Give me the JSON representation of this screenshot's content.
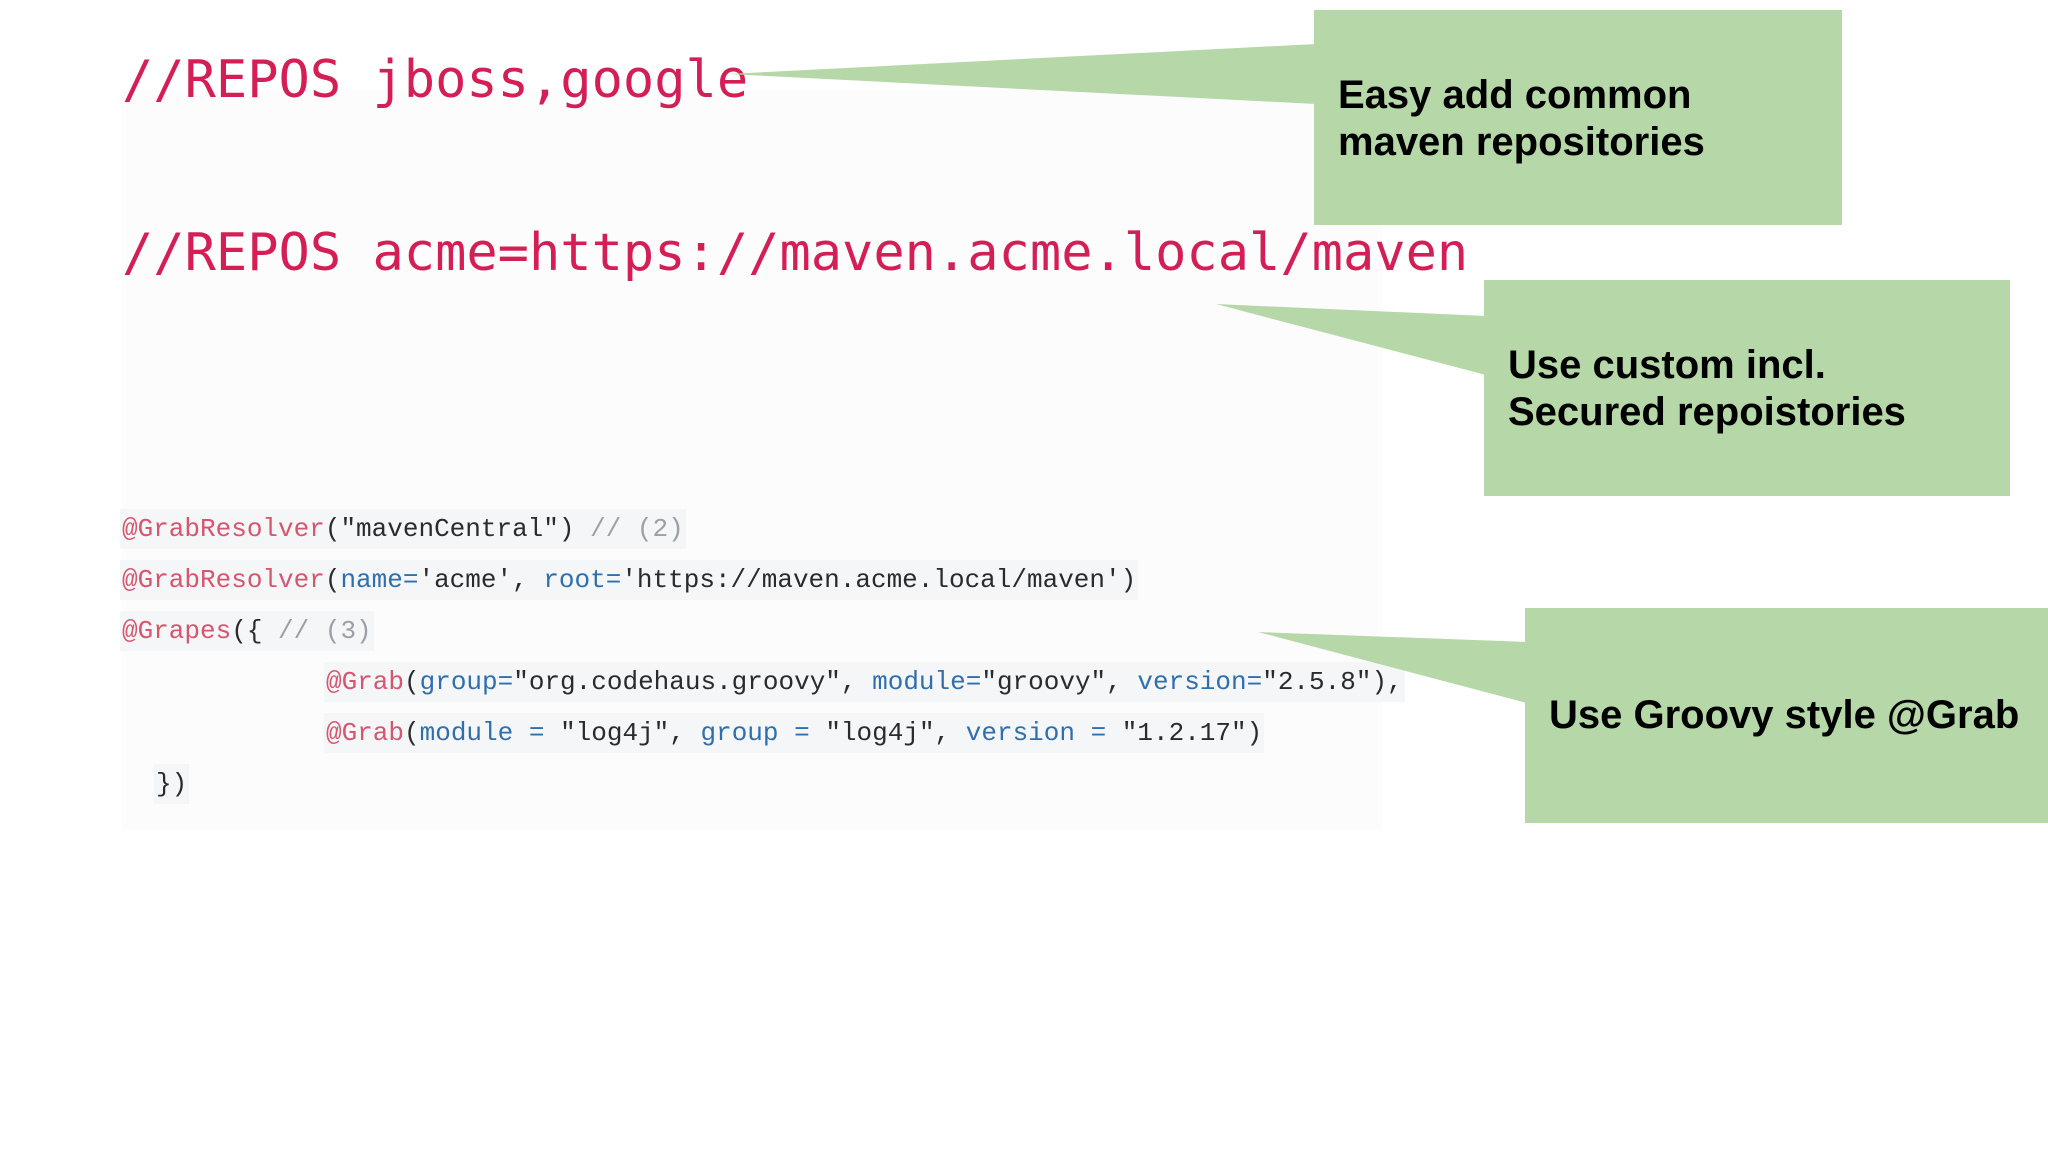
{
  "repos": {
    "line1": "//REPOS jboss,google",
    "line2": "//REPOS acme=https://maven.acme.local/maven"
  },
  "code": {
    "line1": {
      "annotation": "@GrabResolver",
      "open": "(",
      "value": "\"mavenCentral\"",
      "close": ")",
      "comment": " // (2)"
    },
    "line2": {
      "annotation": "@GrabResolver",
      "open": "(",
      "attr1": "name=",
      "value1": "'acme'",
      "sep": ", ",
      "attr2": "root=",
      "value2": "'https://maven.acme.local/maven'",
      "close": ")"
    },
    "line3": {
      "annotation": "@Grapes",
      "open": "({",
      "comment": " // (3)"
    },
    "line4": {
      "annotation": "@Grab",
      "open": "(",
      "attr1": "group=",
      "value1": "\"org.codehaus.groovy\"",
      "sep1": ", ",
      "attr2": "module=",
      "value2": "\"groovy\"",
      "sep2": ", ",
      "attr3": "version=",
      "value3": "\"2.5.8\"",
      "close": "),"
    },
    "line5": {
      "annotation": "@Grab",
      "open": "(",
      "attr1": "module = ",
      "value1": "\"log4j\"",
      "sep1": ", ",
      "attr2": "group = ",
      "value2": "\"log4j\"",
      "sep2": ", ",
      "attr3": "version = ",
      "value3": "\"1.2.17\"",
      "close": ")"
    },
    "line6": "})"
  },
  "callouts": {
    "c1_line1": "Easy add common",
    "c1_line2": "maven repositories",
    "c2_line1": "Use custom incl.",
    "c2_line2": "Secured repoistories",
    "c3_line1": "Use Groovy style @Grab"
  },
  "colors": {
    "repos_text": "#d31f55",
    "callout_bg": "#b6d7a8",
    "annotation": "#d5566f",
    "attribute": "#2f6fae"
  }
}
